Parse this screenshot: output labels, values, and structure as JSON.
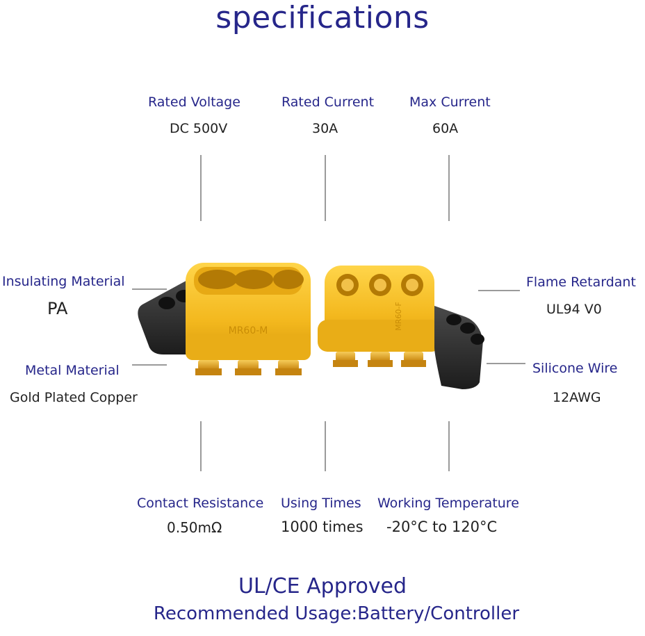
{
  "title": "specifications",
  "specs": {
    "rated_voltage": {
      "label": "Rated Voltage",
      "value": "DC 500V"
    },
    "rated_current": {
      "label": "Rated Current",
      "value": "30A"
    },
    "max_current": {
      "label": "Max Current",
      "value": "60A"
    },
    "insulating_material": {
      "label": "Insulating Material",
      "value": "PA"
    },
    "flame_retardant": {
      "label": "Flame Retardant",
      "value": "UL94 V0"
    },
    "metal_material": {
      "label": "Metal Material",
      "value": "Gold Plated Copper"
    },
    "silicone_wire": {
      "label": "Silicone Wire",
      "value": "12AWG"
    },
    "contact_resistance": {
      "label": "Contact Resistance",
      "value": "0.50mΩ"
    },
    "using_times": {
      "label": "Using Times",
      "value": "1000 times"
    },
    "working_temperature": {
      "label": "Working Temperature",
      "value": "-20°C to 120°C"
    }
  },
  "product": {
    "male_marking": "MR60-M",
    "female_marking": "MR60-F"
  },
  "footer": {
    "approval": "UL/CE Approved",
    "usage": "Recommended Usage:Battery/Controller"
  },
  "colors": {
    "heading": "#26268a",
    "connector_yellow": "#f3b81e",
    "connector_shadow": "#c98d06",
    "wire_black": "#262626",
    "pin_gold": "#d99a1a"
  }
}
